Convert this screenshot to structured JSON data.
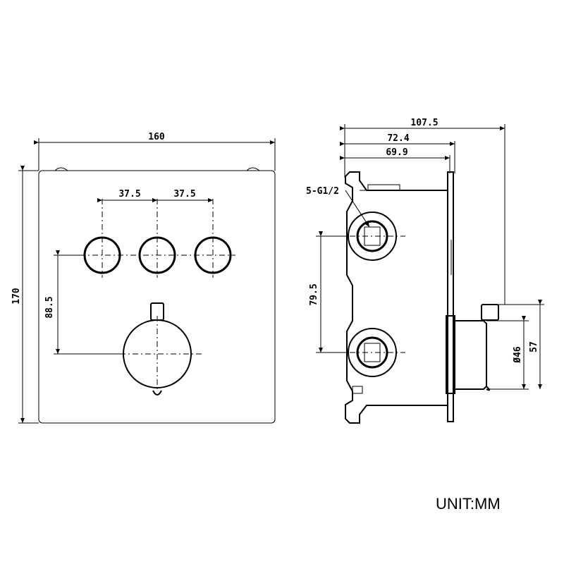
{
  "front_view": {
    "width": "160",
    "height": "170",
    "spacing_left": "37.5",
    "spacing_right": "37.5",
    "center_offset": "88.5"
  },
  "side_view": {
    "depth_total": "107.5",
    "depth_body": "72.4",
    "depth_box": "69.9",
    "port_label": "5-G1/2",
    "port_spacing": "79.5",
    "handle_diameter": "Ø46",
    "handle_height": "57"
  },
  "unit_label": "UNIT:MM"
}
